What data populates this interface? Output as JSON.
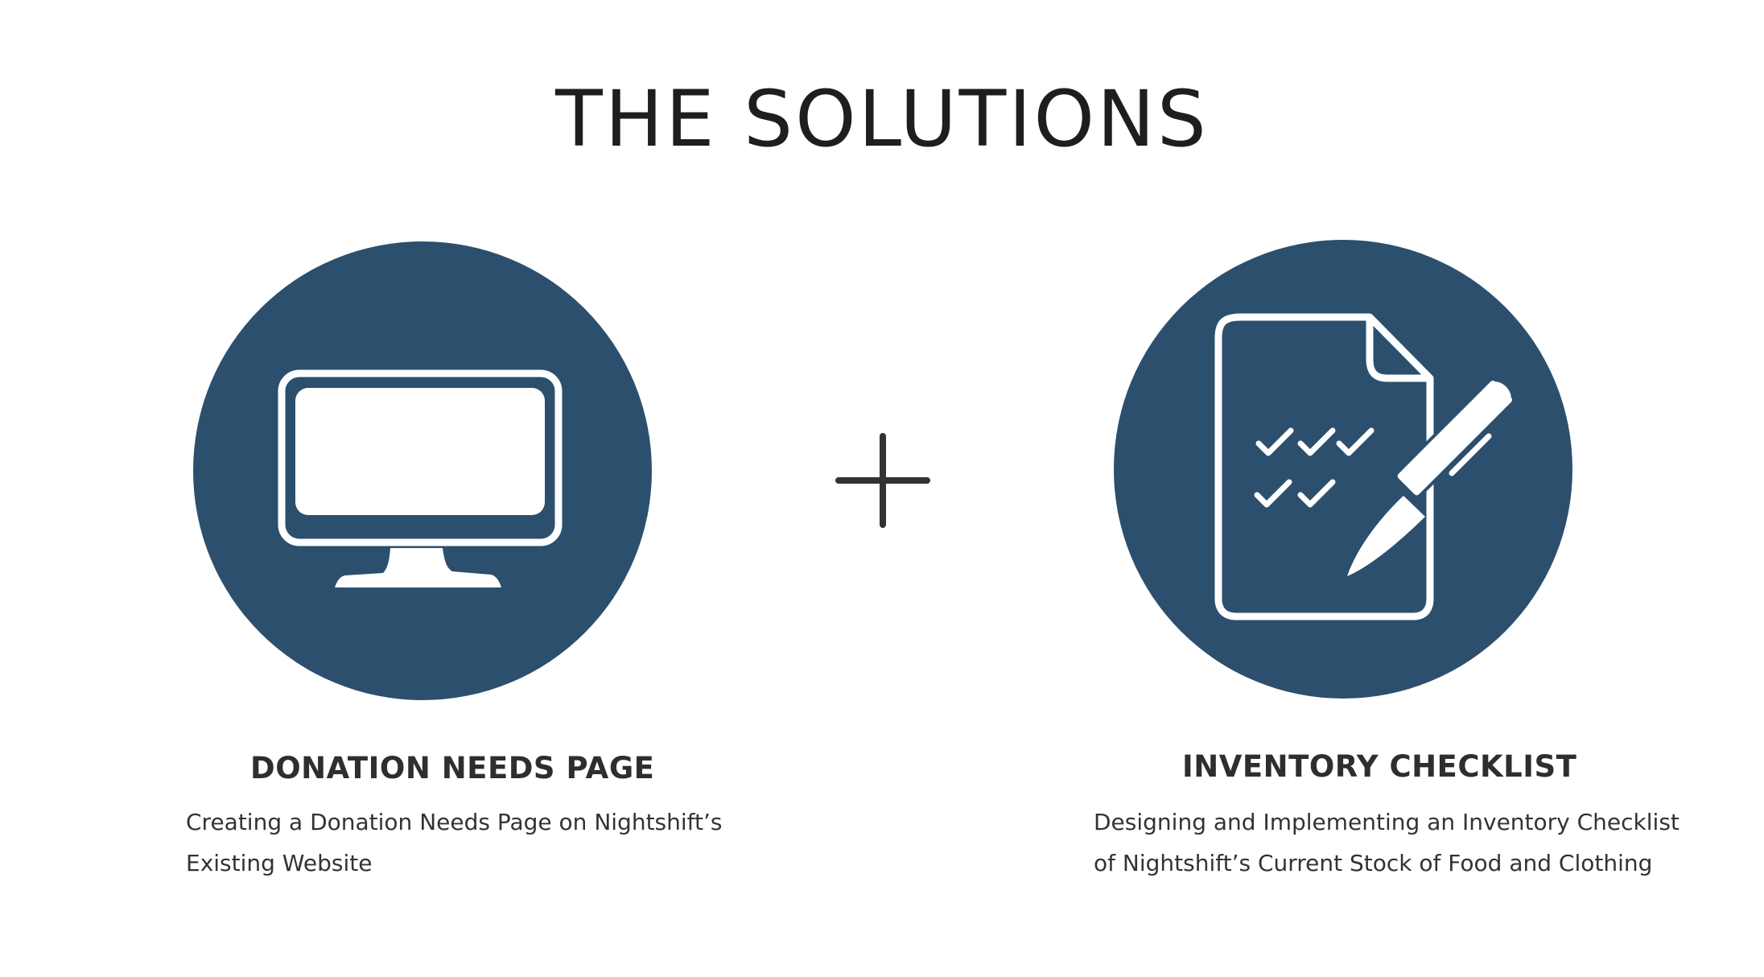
{
  "page": {
    "title": "THE SOLUTIONS"
  },
  "colors": {
    "circle_fill": "#2c4f6e",
    "icon_color": "#ffffff",
    "text": "#2e2e2e"
  },
  "separator": {
    "icon": "plus-icon"
  },
  "solutions": [
    {
      "icon": "monitor-icon",
      "heading": "DONATION NEEDS PAGE",
      "description_lines": [
        "Creating a Donation Needs Page on Nightshift’s",
        "Existing Website"
      ]
    },
    {
      "icon": "checklist-document-pen-icon",
      "heading": "INVENTORY CHECKLIST",
      "description_lines": [
        "Designing and Implementing an Inventory Checklist",
        "of Nightshift’s Current Stock of Food and Clothing"
      ]
    }
  ]
}
